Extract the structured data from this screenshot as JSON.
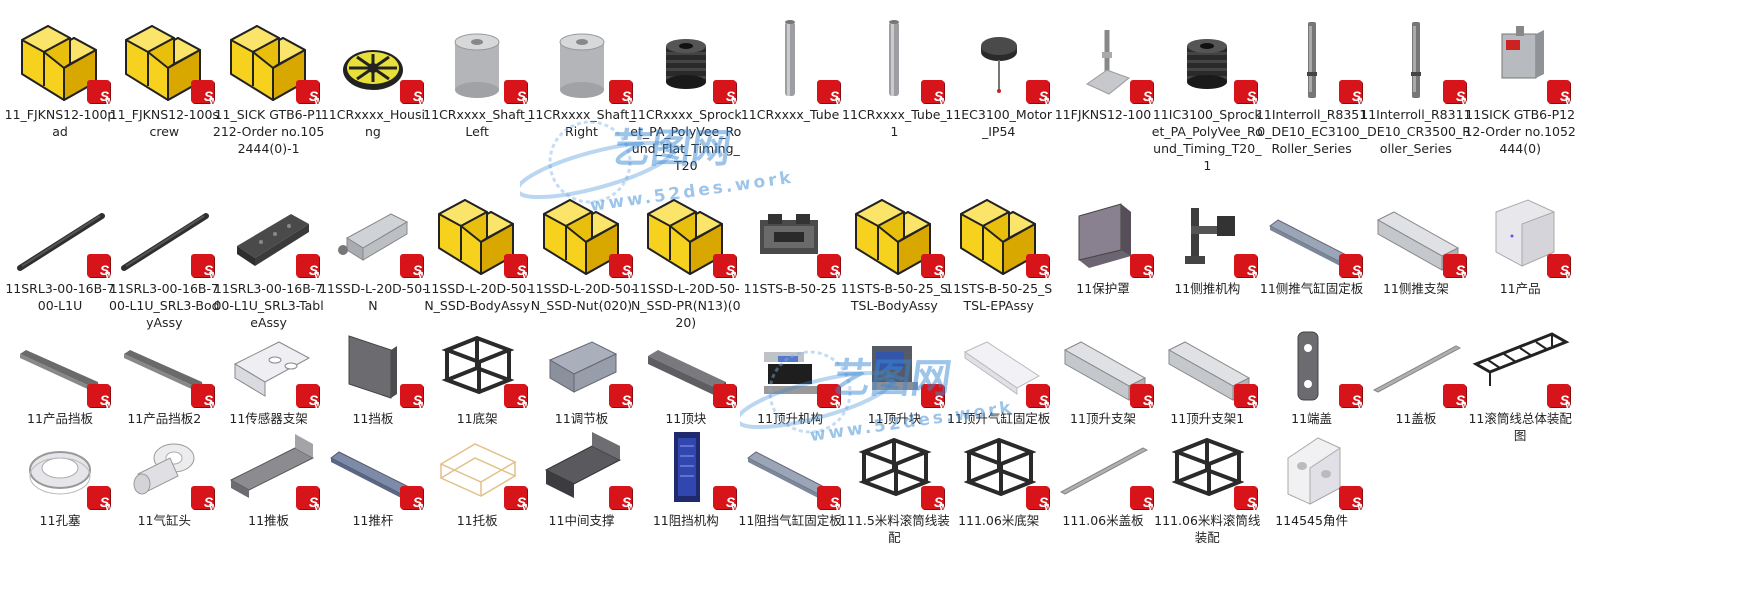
{
  "folder": {
    "files": [
      {
        "label": "11_FJKNS12-100pad",
        "icon": "yellow-block-icon"
      },
      {
        "label": "11_FJKNS12-100screw",
        "icon": "yellow-block-icon"
      },
      {
        "label": "11_SICK GTB6-P1212-Order no.1052444(0)-1",
        "icon": "yellow-block-icon"
      },
      {
        "label": "11CRxxxx_Housing",
        "icon": "roller-housing-icon"
      },
      {
        "label": "11CRxxxx_Shaft_Left",
        "icon": "cylinder-icon"
      },
      {
        "label": "11CRxxxx_Shaft_Right",
        "icon": "cylinder-icon"
      },
      {
        "label": "11CRxxxx_Sprocket_PA_PolyVee_Round_Flat_Timing_T20",
        "icon": "sprocket-icon"
      },
      {
        "label": "11CRxxxx_Tube",
        "icon": "tube-icon"
      },
      {
        "label": "11CRxxxx_Tube_1",
        "icon": "tube-icon"
      },
      {
        "label": "11EC3100_Motor_IP54",
        "icon": "motor-icon"
      },
      {
        "label": "11FJKNS12-100",
        "icon": "leveling-foot-icon"
      },
      {
        "label": "11IC3100_Sprocket_PA_PolyVee_Round_Timing_T20_1",
        "icon": "sprocket-icon"
      },
      {
        "label": "11Interroll_R83510_DE10_EC3100_Roller_Series",
        "icon": "roller-icon"
      },
      {
        "label": "11Interroll_R8311_DE10_CR3500_Roller_Series",
        "icon": "roller-icon"
      },
      {
        "label": "11SICK GTB6-P1212-Order no.1052444(0)",
        "icon": "sensor-icon"
      },
      {
        "label": "11SRL3-00-16B-700-L1U",
        "icon": "rail-icon"
      },
      {
        "label": "11SRL3-00-16B-700-L1U_SRL3-BodyAssy",
        "icon": "rail-icon"
      },
      {
        "label": "11SRL3-00-16B-700-L1U_SRL3-TableAssy",
        "icon": "slide-table-icon"
      },
      {
        "label": "11SSD-L-20D-50-N",
        "icon": "cylinder-assy-icon"
      },
      {
        "label": "11SSD-L-20D-50-N_SSD-BodyAssy",
        "icon": "yellow-block-icon"
      },
      {
        "label": "11SSD-L-20D-50-N_SSD-Nut(020)",
        "icon": "yellow-block-icon"
      },
      {
        "label": "11SSD-L-20D-50-N_SSD-PR(N13)(020)",
        "icon": "yellow-block-icon"
      },
      {
        "label": "11STS-B-50-25",
        "icon": "stopper-icon"
      },
      {
        "label": "11STS-B-50-25_STSL-BodyAssy",
        "icon": "yellow-block-icon"
      },
      {
        "label": "11STS-B-50-25_STSL-EPAssy",
        "icon": "yellow-block-icon"
      },
      {
        "label": "11保护罩",
        "icon": "cover-icon"
      },
      {
        "label": "11侧推机构",
        "icon": "bracket-icon"
      },
      {
        "label": "11侧推气缸固定板",
        "icon": "long-plate-icon"
      },
      {
        "label": "11侧推支架",
        "icon": "profile-icon"
      },
      {
        "label": "11产品",
        "icon": "box-icon"
      },
      {
        "label": "11产品挡板",
        "icon": "baffle-icon"
      },
      {
        "label": "11产品挡板2",
        "icon": "baffle-icon"
      },
      {
        "label": "11传感器支架",
        "icon": "bracket-plate-icon"
      },
      {
        "label": "11挡板",
        "icon": "plate-icon"
      },
      {
        "label": "11底架",
        "icon": "frame-icon"
      },
      {
        "label": "11调节板",
        "icon": "block-icon"
      },
      {
        "label": "11顶块",
        "icon": "bar-icon"
      },
      {
        "label": "11顶升机构",
        "icon": "lift-icon"
      },
      {
        "label": "11顶升块",
        "icon": "lift-block-icon"
      },
      {
        "label": "11顶升气缸固定板",
        "icon": "transparent-plate-icon"
      },
      {
        "label": "11顶升支架",
        "icon": "profile-icon"
      },
      {
        "label": "11顶升支架1",
        "icon": "profile-icon"
      },
      {
        "label": "11端盖",
        "icon": "end-cap-icon"
      },
      {
        "label": "11盖板",
        "icon": "thin-strip-icon"
      },
      {
        "label": "11滚筒线总体装配图",
        "icon": "conveyor-icon"
      },
      {
        "label": "11孔塞",
        "icon": "ring-icon"
      },
      {
        "label": "11气缸头",
        "icon": "cylinder-head-icon"
      },
      {
        "label": "11推板",
        "icon": "angle-icon"
      },
      {
        "label": "11推杆",
        "icon": "push-rod-icon"
      },
      {
        "label": "11托板",
        "icon": "pallet-icon"
      },
      {
        "label": "11中间支撑",
        "icon": "support-icon"
      },
      {
        "label": "11阻挡机构",
        "icon": "block-mech-icon"
      },
      {
        "label": "11阻挡气缸固定板",
        "icon": "long-plate-icon"
      },
      {
        "label": "111.5米料滚筒线装配",
        "icon": "frame-icon"
      },
      {
        "label": "111.06米底架",
        "icon": "frame-icon"
      },
      {
        "label": "111.06米盖板",
        "icon": "thin-strip-icon"
      },
      {
        "label": "111.06米料滚筒线装配",
        "icon": "frame-icon"
      },
      {
        "label": "114545角件",
        "icon": "corner-icon"
      }
    ]
  },
  "watermark": {
    "text_cn": "艺图网",
    "text_url": "www.52des.work"
  },
  "colors": {
    "solidworks_badge": "#d8141b",
    "part_yellow": "#f6d21f",
    "part_gray": "#8e9299",
    "watermark": "#3d8ad4"
  }
}
